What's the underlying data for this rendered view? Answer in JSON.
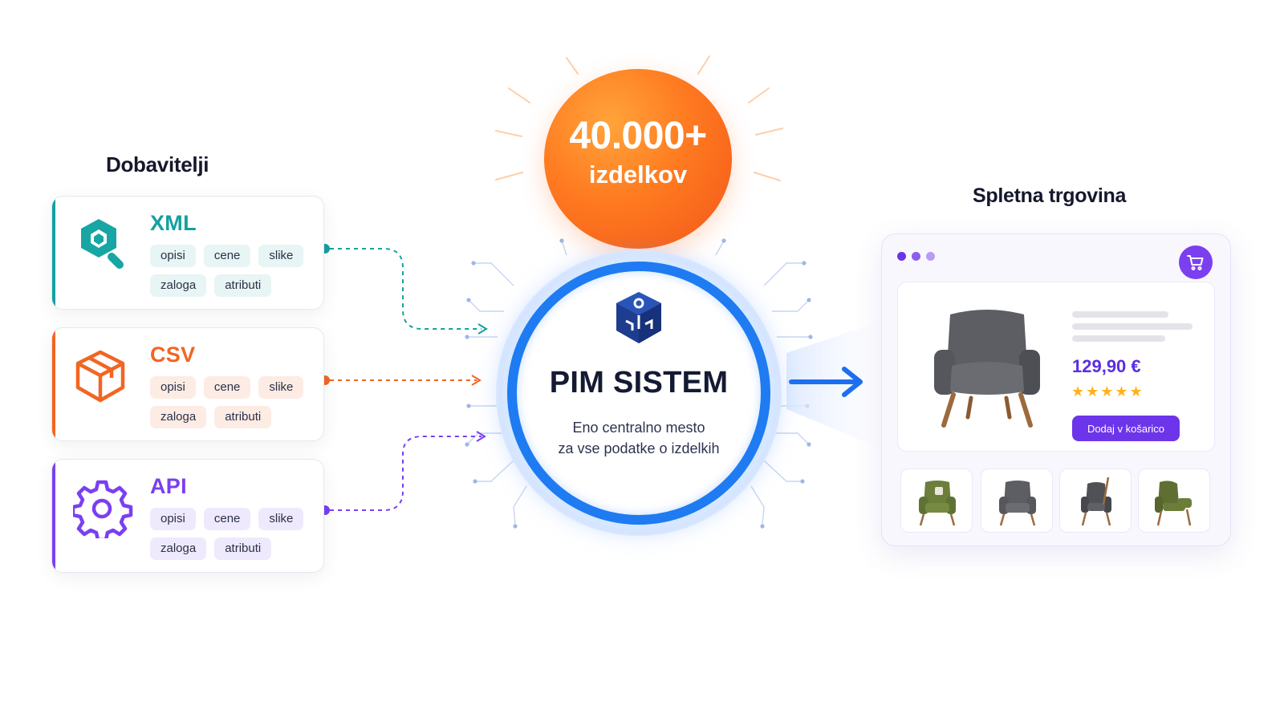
{
  "suppliers": {
    "title": "Dobavitelji",
    "items": [
      {
        "name": "XML",
        "color": "#14a0a0",
        "chip_bg": "#e7f5f4",
        "icon": "search-hex-icon",
        "chips": [
          "opisi",
          "cene",
          "slike",
          "zaloga",
          "atributi"
        ]
      },
      {
        "name": "CSV",
        "color": "#f26522",
        "chip_bg": "#fdece4",
        "icon": "box-icon",
        "chips": [
          "opisi",
          "cene",
          "slike",
          "zaloga",
          "atributi"
        ]
      },
      {
        "name": "API",
        "color": "#7a3ff2",
        "chip_bg": "#efe9fd",
        "icon": "gear-icon",
        "chips": [
          "opisi",
          "cene",
          "slike",
          "zaloga",
          "atributi"
        ]
      }
    ]
  },
  "badge": {
    "number": "40.000+",
    "label": "izdelkov"
  },
  "pim": {
    "title": "PIM SISTEM",
    "subtitle_line1": "Eno centralno mesto",
    "subtitle_line2": "za vse podatke o izdelkih",
    "icon": "cube-network-icon"
  },
  "shop": {
    "title": "Spletna trgovina",
    "price": "129,90 €",
    "rating": 5,
    "stars": "★★★★★",
    "add_to_cart": "Dodaj v košarico",
    "thumbnails": [
      "green-chair",
      "gray-chair",
      "dark-gray-chair",
      "olive-chair"
    ]
  },
  "colors": {
    "teal": "#14a0a0",
    "orange": "#f26522",
    "purple": "#7a3ff2",
    "blue": "#1e7bf2",
    "navy": "#1d3a8a"
  }
}
